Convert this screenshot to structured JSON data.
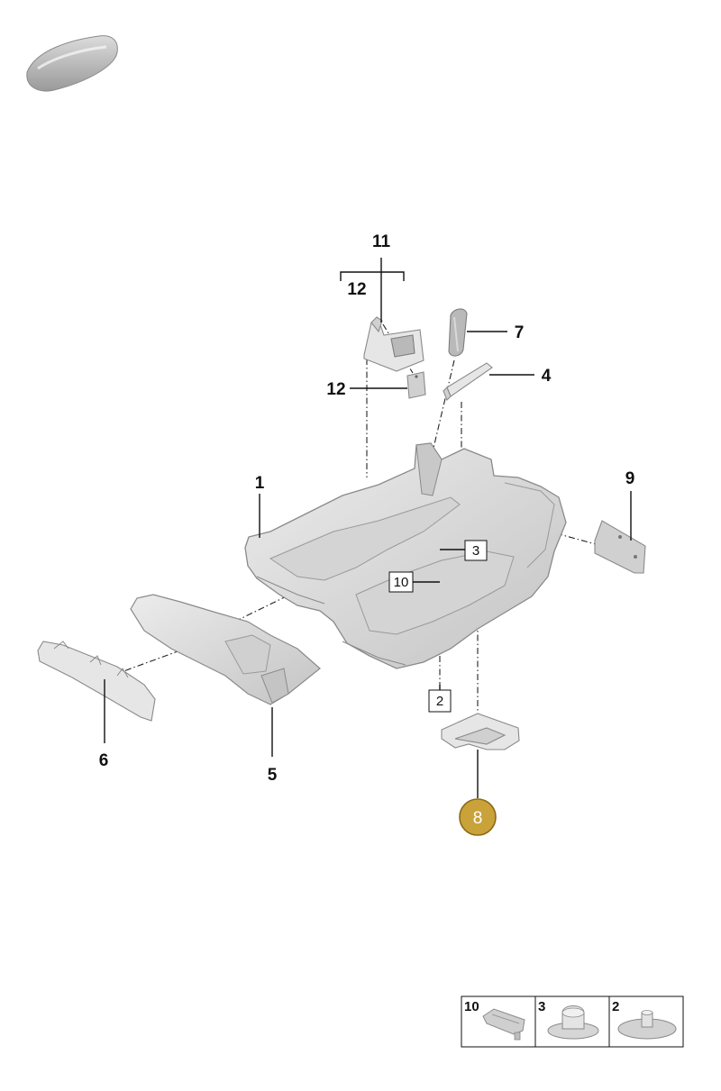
{
  "callouts": {
    "c1": "1",
    "c4": "4",
    "c5": "5",
    "c6": "6",
    "c7": "7",
    "c8": "8",
    "c9": "9",
    "c11": "11",
    "c12a": "12",
    "c12b": "12"
  },
  "boxed_callouts": {
    "b2": "2",
    "b3": "3",
    "b10": "10"
  },
  "legend": {
    "items": [
      {
        "number": "10",
        "icon": "clip-plug-icon"
      },
      {
        "number": "3",
        "icon": "push-rivet-icon"
      },
      {
        "number": "2",
        "icon": "flat-fastener-icon"
      }
    ]
  },
  "colors": {
    "highlight": "#c9a23a",
    "highlight_border": "#8a6a14",
    "part_fill": "#e6e6e6",
    "part_shadow": "#b9b9b9",
    "line": "#111111"
  }
}
